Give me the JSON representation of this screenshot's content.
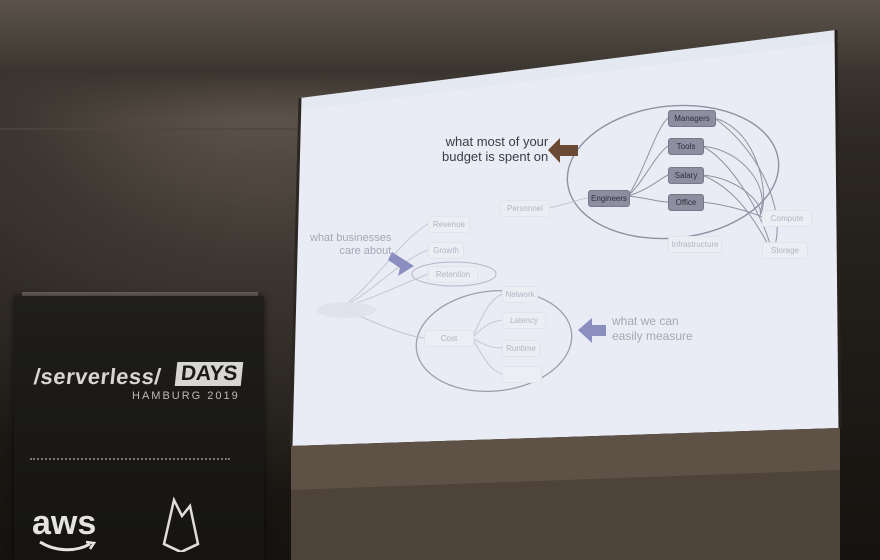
{
  "slide": {
    "annotations": {
      "budget": [
        "what most of your",
        "budget is spent on"
      ],
      "business": [
        "what businesses",
        "care about"
      ],
      "measure": [
        "what we can",
        "easily measure"
      ]
    },
    "nodes": {
      "people": "Engineers",
      "managers": "Managers",
      "tools": "Tools",
      "salary": "Salary",
      "office": "Office",
      "personnel": "Personnel",
      "revenue": "Revenue",
      "growth": "Growth",
      "retention": "Retention",
      "infrastructure": "Infrastructure",
      "compute": "Compute",
      "storage": "Storage",
      "network": "Network",
      "cost": "Cost",
      "latency": "Latency",
      "runtime": "Runtime"
    }
  },
  "banner": {
    "brand": "/serverless/",
    "badge": "DAYS",
    "location": "HAMBURG 2019",
    "sponsor": "aws"
  },
  "colors": {
    "screen": "#e9ecf4",
    "node_dark": "#8d8e9f",
    "arrow_accent": "#6a4a34",
    "arrow_muted": "#8a8fbf"
  }
}
